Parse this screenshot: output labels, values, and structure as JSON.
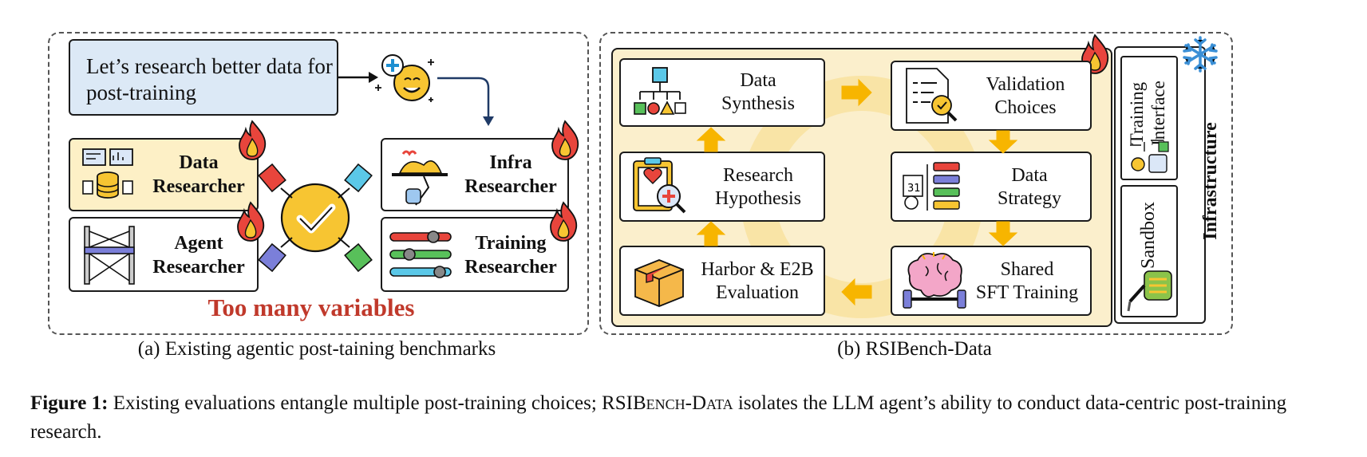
{
  "panel_a": {
    "prompt": "Let’s research better data for post-training",
    "cards": {
      "data": [
        "Data",
        "Researcher"
      ],
      "agent": [
        "Agent",
        "Researcher"
      ],
      "infra": [
        "Infra",
        "Researcher"
      ],
      "training": [
        "Training",
        "Researcher"
      ]
    },
    "warning": "Too many variables",
    "caption": "(a) Existing agentic post-taining benchmarks"
  },
  "panel_b": {
    "steps": {
      "data_synthesis": [
        "Data",
        "Synthesis"
      ],
      "validation_choices": [
        "Validation",
        "Choices"
      ],
      "research_hypothesis": [
        "Research",
        "Hypothesis"
      ],
      "data_strategy": [
        "Data",
        "Strategy"
      ],
      "harbor_eval": [
        "Harbor & E2B",
        "Evaluation"
      ],
      "shared_sft": [
        "Shared",
        "SFT Training"
      ]
    },
    "infrastructure": {
      "title": "Infrastructure",
      "training_interface": [
        "Training",
        "Interface"
      ],
      "sandbox": "Sandbox"
    },
    "caption": "(b) RSIBench-Data"
  },
  "figure_caption": {
    "label": "Figure 1:",
    "text_1": " Existing evaluations entangle multiple post-training choices; RSI",
    "smallcaps_1": "Bench",
    "text_2": "-",
    "smallcaps_2": "Data",
    "text_3": " isolates the LLM agent’s ability to conduct data-centric post-training research."
  },
  "colors": {
    "prompt_fill": "#dce9f6",
    "highlight_fill": "#fdf0c6",
    "warning_red": "#c0392b",
    "loop_fill": "#fbefcc",
    "arrow_yellow": "#f7b500",
    "flame": "#e8453c",
    "snowflake": "#3a8fd6"
  },
  "icons": [
    "lightbulb-smiley-icon",
    "flame-icon",
    "handshake-check-icon",
    "database-icon",
    "scaffold-icon",
    "waiter-tray-icon",
    "sliders-icon",
    "hierarchy-icon",
    "clipboard-check-icon",
    "health-clipboard-icon",
    "calendar-list-icon",
    "package-icon",
    "brain-dumbbell-icon",
    "snowflake-icon",
    "drill-icon",
    "interface-icon"
  ]
}
